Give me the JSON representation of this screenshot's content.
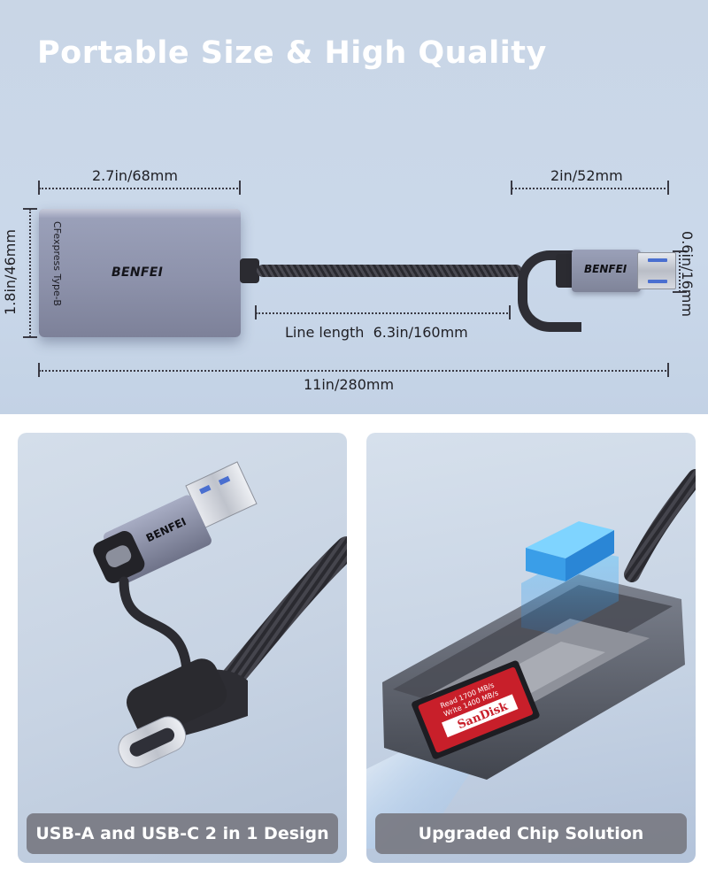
{
  "headline": "Portable Size & High Quality",
  "dimensions": {
    "reader_width": "2.7in/68mm",
    "plug_length": "2in/52mm",
    "reader_height": "1.8in/46mm",
    "plug_height": "0.6in/16mm",
    "line_length": "Line length  6.3in/160mm",
    "total_length": "11in/280mm"
  },
  "product": {
    "brand": "BENFEI",
    "card_type": "CFexpress Type-B"
  },
  "panels": [
    {
      "caption": "USB-A and USB-C 2 in 1 Design"
    },
    {
      "caption": "Upgraded Chip Solution"
    }
  ],
  "sd_card": {
    "brand": "SanDisk",
    "speed_line1": "Read 1700 MB/s",
    "speed_line2": "Write 1400 MB/s"
  }
}
